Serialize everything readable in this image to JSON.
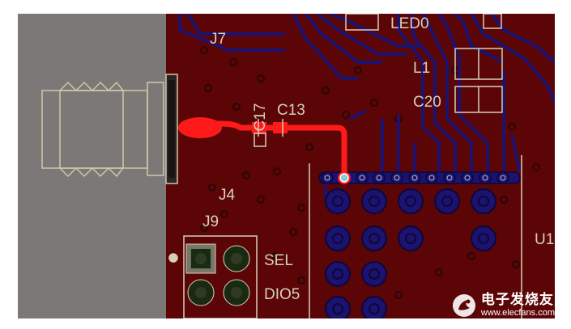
{
  "designators": {
    "j7": "J7",
    "led": "LED0",
    "c17": "C17",
    "c13": "C13",
    "l1": "L1",
    "c20": "C20",
    "j4": "J4",
    "j9": "J9",
    "sel": "SEL",
    "dio5": "DIO5",
    "u1": "U1"
  },
  "watermark": {
    "cn": "电子发烧友",
    "url": "www.elecfans.com"
  },
  "colors": {
    "board": "#5c0506",
    "copper_trace": "#1c1270",
    "selected_trace": "#ff1a1a",
    "silkscreen": "#d6d0b8",
    "component_overlay": "#7d7878"
  }
}
